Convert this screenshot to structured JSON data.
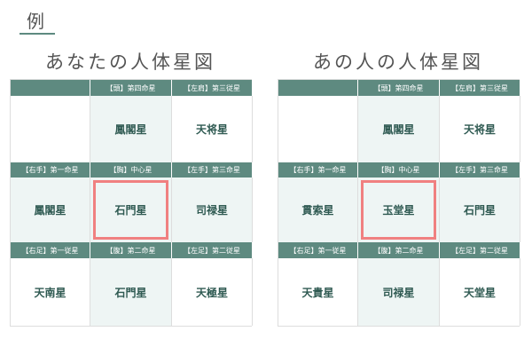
{
  "example_label": "例",
  "charts": [
    {
      "title": "あなたの人体星図",
      "headers": [
        [
          "",
          "【頭】第四命星",
          "【左肩】第三従星"
        ],
        [
          "【右手】第一命星",
          "【胸】中心星",
          "【左手】第三命星"
        ],
        [
          "【右足】第一従星",
          "【腹】第二命星",
          "【左足】第二従星"
        ]
      ],
      "cells": [
        [
          "",
          "鳳閣星",
          "天将星"
        ],
        [
          "鳳閣星",
          "石門星",
          "司禄星"
        ],
        [
          "天南星",
          "石門星",
          "天極星"
        ]
      ]
    },
    {
      "title": "あの人の人体星図",
      "headers": [
        [
          "",
          "【頭】第四命星",
          "【左肩】第三従星"
        ],
        [
          "【右手】第一命星",
          "【胸】中心星",
          "【左手】第三命星"
        ],
        [
          "【右足】第一従星",
          "【腹】第二命星",
          "【左足】第二従星"
        ]
      ],
      "cells": [
        [
          "",
          "鳳閣星",
          "天将星"
        ],
        [
          "貫索星",
          "玉堂星",
          "石門星"
        ],
        [
          "天貴星",
          "司禄星",
          "天堂星"
        ]
      ]
    }
  ],
  "colors": {
    "header": "#5e8a80",
    "highlight": "#f08080",
    "text": "#2f5a52"
  }
}
